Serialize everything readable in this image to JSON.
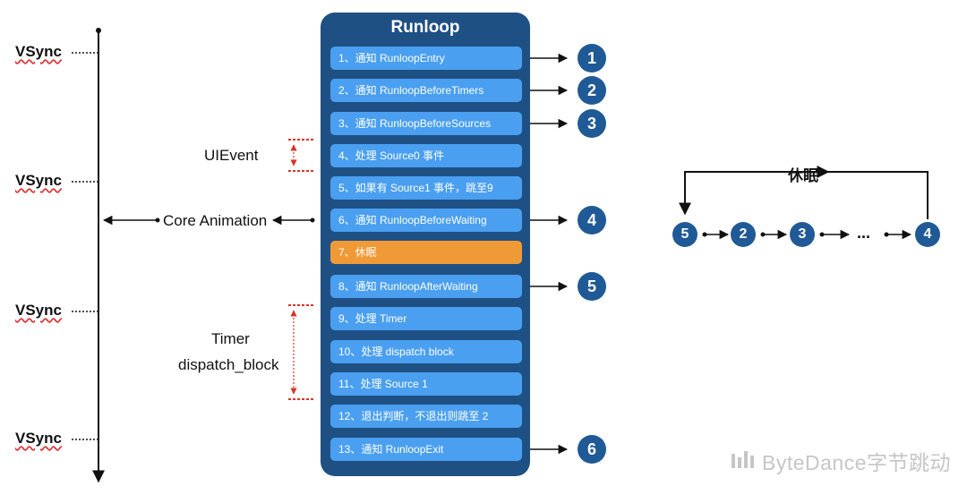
{
  "vsync_labels": [
    "VSync",
    "VSync",
    "VSync",
    "VSync"
  ],
  "left_labels": {
    "ui_event": "UIEvent",
    "core_animation": "Core Animation",
    "timer": "Timer",
    "dispatch_block": "dispatch_block"
  },
  "runloop": {
    "title": "Runloop",
    "steps": [
      "1、通知 RunloopEntry",
      "2、通知 RunloopBeforeTimers",
      "3、通知 RunloopBeforeSources",
      "4、处理 Source0 事件",
      "5、如果有 Source1 事件，跳至9",
      "6、通知 RunloopBeforeWaiting",
      "7、休眠",
      "8、通知 RunloopAfterWaiting",
      "9、处理 Timer",
      "10、处理 dispatch block",
      "11、处理 Source 1",
      "12、退出判断，不退出则跳至 2",
      "13、通知 RunloopExit"
    ]
  },
  "notify_circles": [
    "1",
    "2",
    "3",
    "4",
    "5",
    "6"
  ],
  "sleep_cycle": {
    "label": "休眠",
    "sequence": [
      "5",
      "2",
      "3",
      "4"
    ],
    "ellipsis": "..."
  },
  "watermark": "ByteDance字节跳动",
  "colors": {
    "runloop_bg": "#1f5084",
    "step": "#4a9ff0",
    "step_sleep": "#f09a37",
    "circle": "#205a96",
    "bracket": "#d9342b"
  }
}
